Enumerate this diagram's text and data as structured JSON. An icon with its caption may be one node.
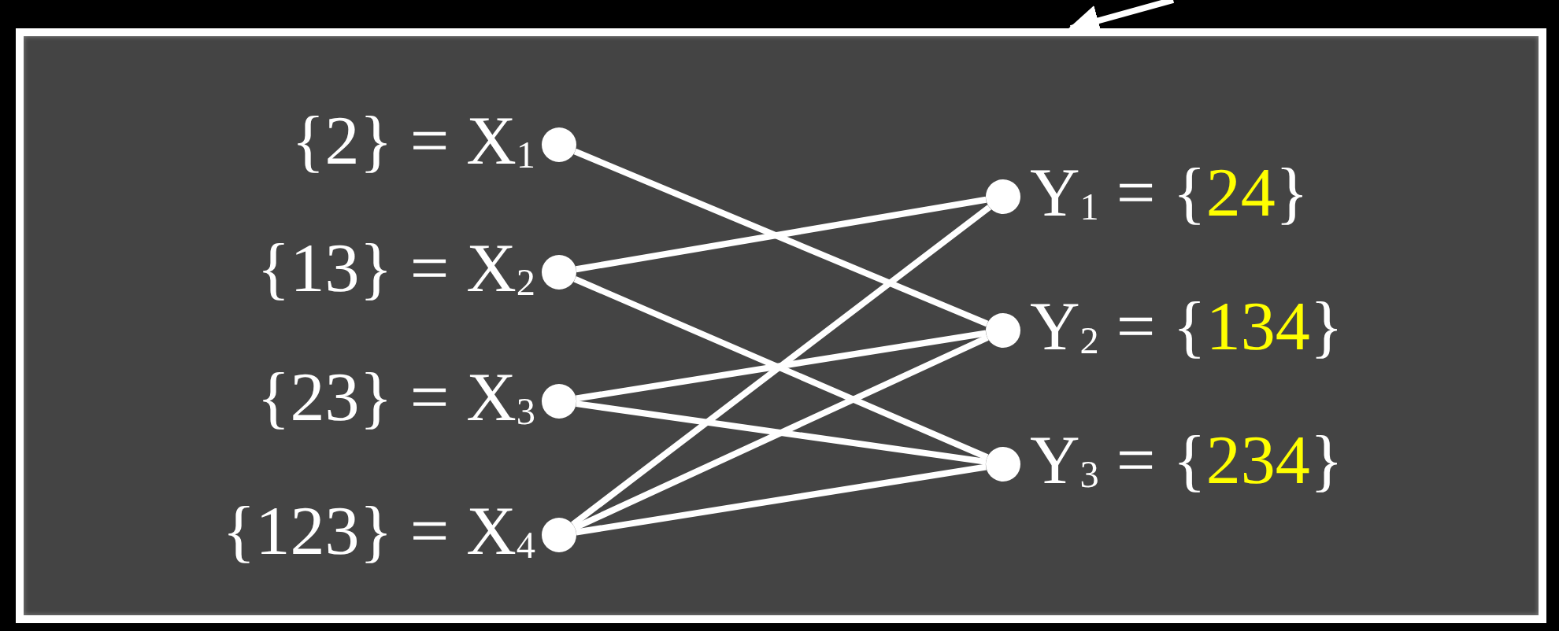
{
  "diagram": {
    "nodes": [
      {
        "text": [],
        "shape": "box"
      },
      {
        "text": [],
        "shape": "circle",
        "in": 0,
        "beside": [
          "{2} = X$_{1}$"
        ]
      },
      {
        "text": [],
        "shape": "circle",
        "in": 0,
        "beside": [
          "{13} = X$_{2}$"
        ]
      },
      {
        "text": [],
        "shape": "circle",
        "in": 0,
        "beside": [
          "{23} = X$_{3}$"
        ]
      },
      {
        "text": [],
        "shape": "circle",
        "in": 0,
        "beside": [
          "{123} = X$_{4}$"
        ]
      },
      {
        "text": [],
        "shape": "circle",
        "in": 0,
        "beside": [
          "Y$_{1}$ = {",
          "24",
          "}"
        ]
      },
      {
        "text": [],
        "shape": "circle",
        "in": 0,
        "beside": [
          "Y$_{2}$ = {",
          "134",
          "}"
        ]
      },
      {
        "text": [],
        "shape": "circle",
        "in": 0,
        "beside": [
          "Y$_{3}$ = {",
          "234",
          "}"
        ]
      }
    ],
    "edges": [
      {
        "from": null,
        "to": 0,
        "arrow": "to"
      },
      {
        "from": 1,
        "to": 6,
        "arrow": "none"
      },
      {
        "from": 2,
        "to": 5,
        "arrow": "none"
      },
      {
        "from": 2,
        "to": 7,
        "arrow": "none"
      },
      {
        "from": 3,
        "to": 6,
        "arrow": "none"
      },
      {
        "from": 3,
        "to": 7,
        "arrow": "none"
      },
      {
        "from": 4,
        "to": 5,
        "arrow": "none"
      },
      {
        "from": 4,
        "to": 6,
        "arrow": "none"
      },
      {
        "from": 4,
        "to": 7,
        "arrow": "none"
      }
    ]
  }
}
